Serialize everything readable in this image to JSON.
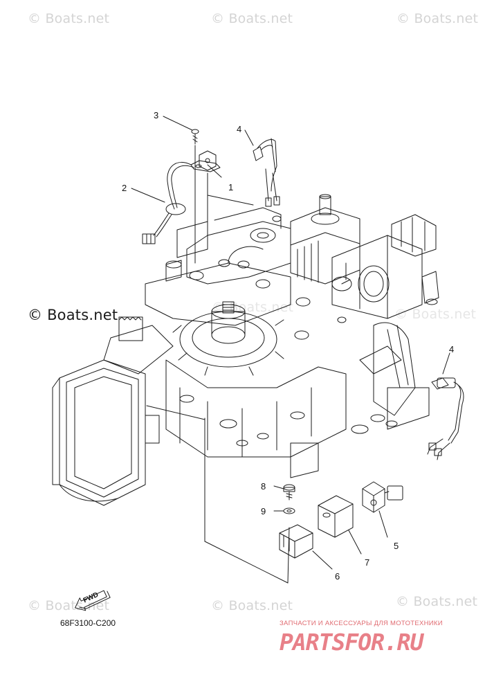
{
  "watermarks": {
    "top_left": "© Boats.net",
    "top_center": "© Boats.net",
    "top_right": "© Boats.net",
    "middle_left": "© Boats.net",
    "center_faint": "© Boats.net",
    "right_faint": "© Boats.net",
    "bottom_left": "© Boats.net",
    "bottom_center": "© Boats.net",
    "bottom_right": "© Boats.net"
  },
  "callouts": {
    "c1": "1",
    "c2": "2",
    "c3": "3",
    "c4a": "4",
    "c4b": "4",
    "c5": "5",
    "c6": "6",
    "c7": "7",
    "c8": "8",
    "c9": "9"
  },
  "fwd_label": "FWD",
  "diagram_code": "68F3100-C200",
  "shop": {
    "tagline": "ЗАПЧАСТИ И АКСЕССУАРЫ ДЛЯ МОТОТЕХНИКИ",
    "logo": "PARTSFOR.RU"
  },
  "colors": {
    "line": "#1a1a1a",
    "watermark": "#d4d4d4",
    "shop_accent": "#e06a70"
  }
}
